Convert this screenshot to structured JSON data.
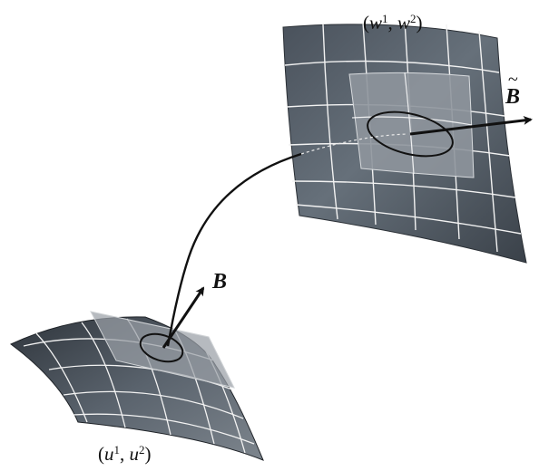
{
  "labels": {
    "top_coords": {
      "open": "(",
      "var1": "w",
      "sup1": "1",
      "sep": ", ",
      "var2": "w",
      "sup2": "2",
      "close": ")"
    },
    "bottom_coords": {
      "open": "(",
      "var1": "u",
      "sup1": "1",
      "sep": ", ",
      "var2": "u",
      "sup2": "2",
      "close": ")"
    },
    "vector_original": "B",
    "vector_transformed": "B",
    "tilde": "~"
  },
  "colors": {
    "surface_dark": "#3f4650",
    "surface_light": "#9aa1a8",
    "chart_patch": "#8c939a",
    "tangent_plane": "#8a9097",
    "grid_line": "#ffffff",
    "ink": "#111111"
  }
}
